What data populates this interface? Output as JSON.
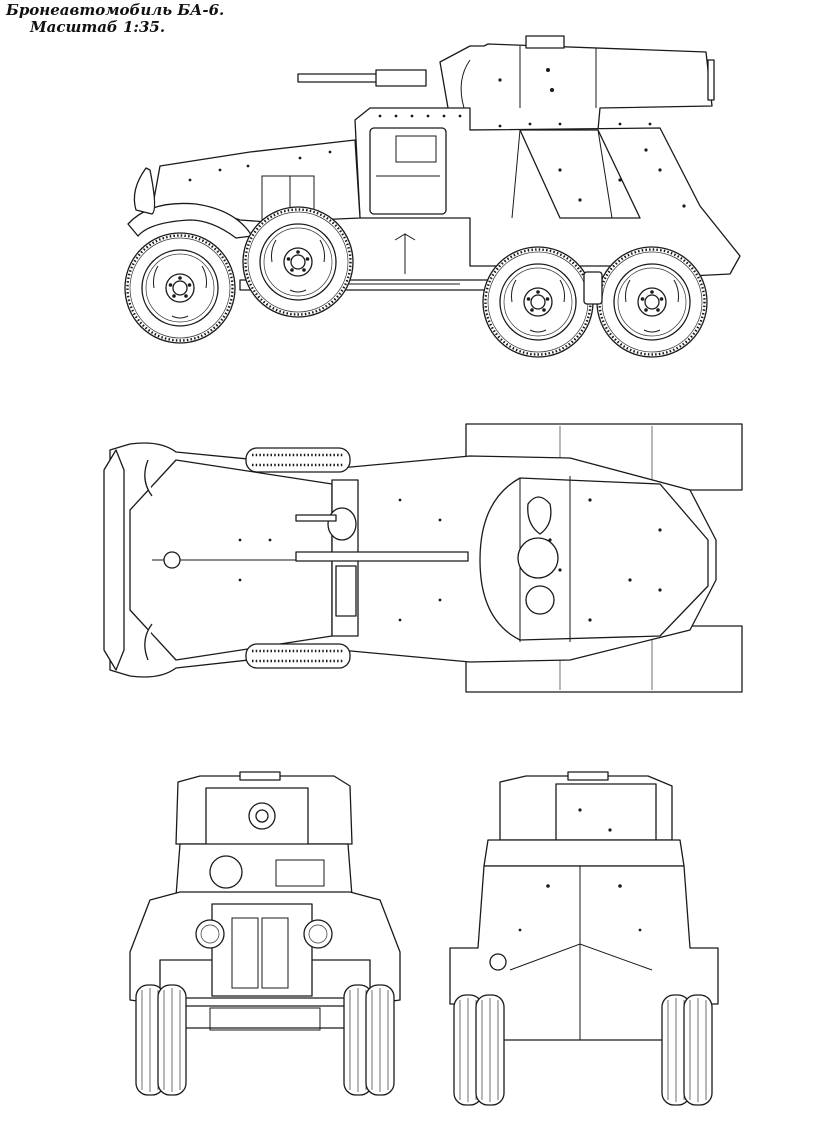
{
  "title": {
    "line1": "Бронеавтомобиль БА-6.",
    "line2": "Масштаб 1:35."
  },
  "views": [
    {
      "name": "side-view"
    },
    {
      "name": "top-view"
    },
    {
      "name": "front-view"
    },
    {
      "name": "rear-view"
    }
  ],
  "colors": {
    "line": "#1a1a1a",
    "paper": "#ffffff"
  }
}
